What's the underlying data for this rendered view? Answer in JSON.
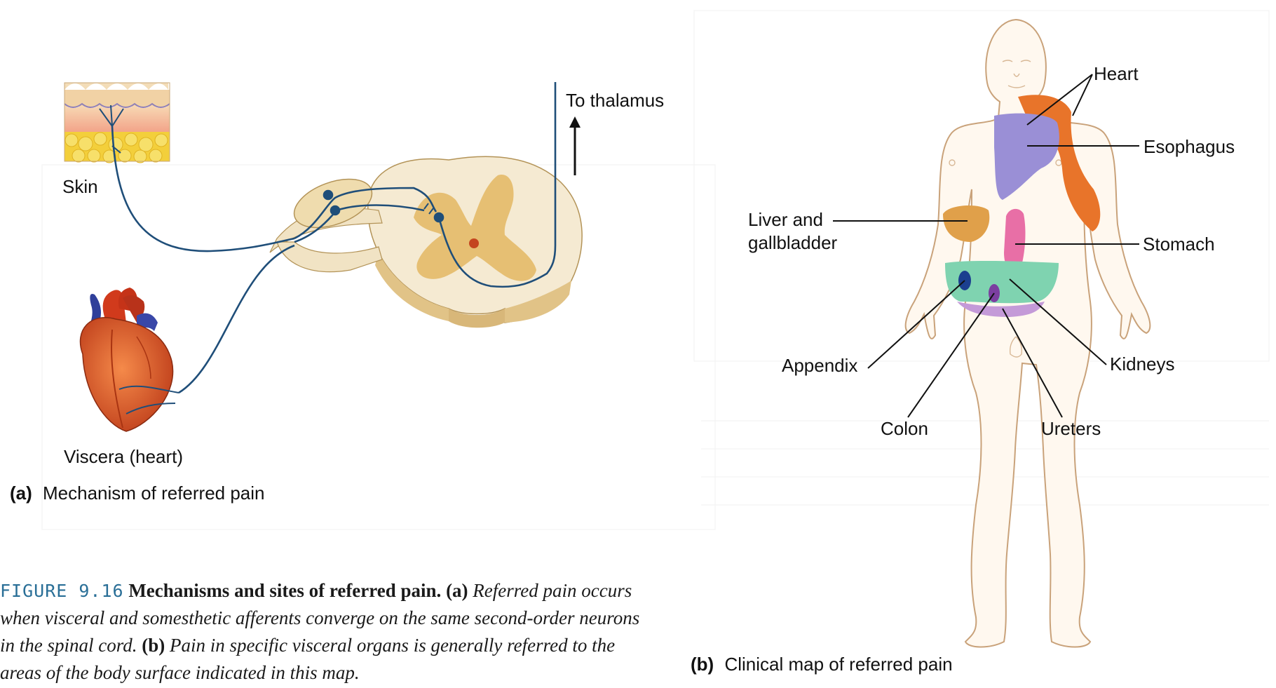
{
  "panel_a": {
    "labels": {
      "skin": "Skin",
      "viscera": "Viscera (heart)",
      "to_thalamus": "To thalamus"
    },
    "caption_letter": "(a)",
    "caption_text": "Mechanism of referred pain"
  },
  "panel_b": {
    "labels": {
      "heart": "Heart",
      "esophagus": "Esophagus",
      "liver_line1": "Liver and",
      "liver_line2": "gallbladder",
      "stomach": "Stomach",
      "appendix": "Appendix",
      "kidneys": "Kidneys",
      "colon": "Colon",
      "ureters": "Ureters"
    },
    "caption_letter": "(b)",
    "caption_text": "Clinical map of referred pain"
  },
  "figure_caption": {
    "number": "FIGURE 9.16",
    "title": "Mechanisms and sites of referred pain.",
    "a_letter": "(a)",
    "a_text": "Referred pain occurs when visceral and somesthetic afferents converge on the same second-order neurons in the spinal cord.",
    "b_letter": "(b)",
    "b_text": "Pain in specific visceral organs is generally referred to the areas of the body surface indicated in this map."
  },
  "colors": {
    "nerve": "#1f4e79",
    "heart_region": "#9a8fd6",
    "esophagus_region": "#e8742a",
    "liver_region": "#e0a04a",
    "stomach_region": "#e86fa6",
    "colon_region": "#7fd3b0",
    "appendix_region": "#1b3f8f",
    "ureters_region": "#9b5ab0",
    "kidneys_region": "#b9a7dc",
    "spinal_white": "#f5ead2",
    "spinal_grey": "#e6bf73",
    "caption_accent": "#2a6f97"
  }
}
